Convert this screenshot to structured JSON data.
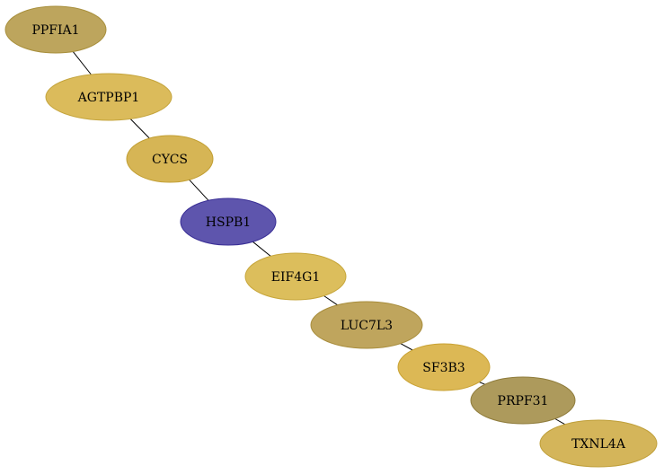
{
  "graph": {
    "nodes": [
      {
        "id": "ppfia1",
        "label": "PPFIA1",
        "fill": "#bda55d",
        "stroke": "#a88f3c"
      },
      {
        "id": "agtpbp1",
        "label": "AGTPBP1",
        "fill": "#dbbb5b",
        "stroke": "#c4a43c"
      },
      {
        "id": "cycs",
        "label": "CYCS",
        "fill": "#d6b555",
        "stroke": "#c29f33"
      },
      {
        "id": "hspb1",
        "label": "HSPB1",
        "fill": "#5e55ad",
        "stroke": "#3a2f96"
      },
      {
        "id": "eif4g1",
        "label": "EIF4G1",
        "fill": "#dcbe5c",
        "stroke": "#c7a63b"
      },
      {
        "id": "luc7l3",
        "label": "LUC7L3",
        "fill": "#bfa55d",
        "stroke": "#a88d3c"
      },
      {
        "id": "sf3b3",
        "label": "SF3B3",
        "fill": "#dcb855",
        "stroke": "#c9a233"
      },
      {
        "id": "prpf31",
        "label": "PRPF31",
        "fill": "#ad9a5c",
        "stroke": "#8f7c3c"
      },
      {
        "id": "txnl4a",
        "label": "TXNL4A",
        "fill": "#d4b55a",
        "stroke": "#bf9f3a"
      }
    ],
    "edges": [
      [
        "ppfia1",
        "agtpbp1"
      ],
      [
        "agtpbp1",
        "cycs"
      ],
      [
        "cycs",
        "hspb1"
      ],
      [
        "hspb1",
        "eif4g1"
      ],
      [
        "eif4g1",
        "luc7l3"
      ],
      [
        "luc7l3",
        "sf3b3"
      ],
      [
        "sf3b3",
        "prpf31"
      ],
      [
        "prpf31",
        "txnl4a"
      ]
    ]
  }
}
